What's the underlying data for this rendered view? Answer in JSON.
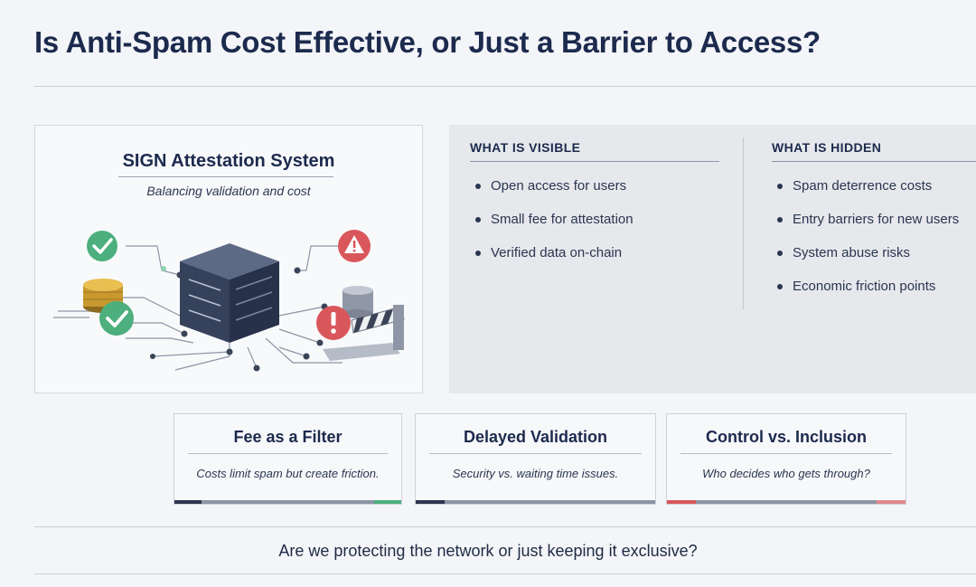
{
  "title": "Is Anti-Spam Cost Effective, or Just a Barrier to Access?",
  "illustration": {
    "title": "SIGN Attestation System",
    "subtitle": "Balancing validation and cost"
  },
  "visible": {
    "heading": "WHAT IS VISIBLE",
    "items": [
      "Open access for users",
      "Small fee for attestation",
      "Verified data on-chain"
    ]
  },
  "hidden": {
    "heading": "WHAT IS HIDDEN",
    "items": [
      "Spam deterrence costs",
      "Entry barriers for new users",
      "System abuse risks",
      "Economic friction points"
    ]
  },
  "cards": [
    {
      "title": "Fee as a Filter",
      "text": "Costs limit spam but create friction.",
      "accent": "#4caf7d"
    },
    {
      "title": "Delayed Validation",
      "text": "Security vs. waiting time issues.",
      "accent": "#2c3550"
    },
    {
      "title": "Control vs. Inclusion",
      "text": "Who decides who gets through?",
      "accent": "#d9575b"
    }
  ],
  "question": "Are we protecting the network or just keeping it exclusive?",
  "colors": {
    "navy": "#1c2a4e",
    "green": "#4caf7d",
    "red": "#d9575b",
    "gold": "#d9a93a"
  }
}
